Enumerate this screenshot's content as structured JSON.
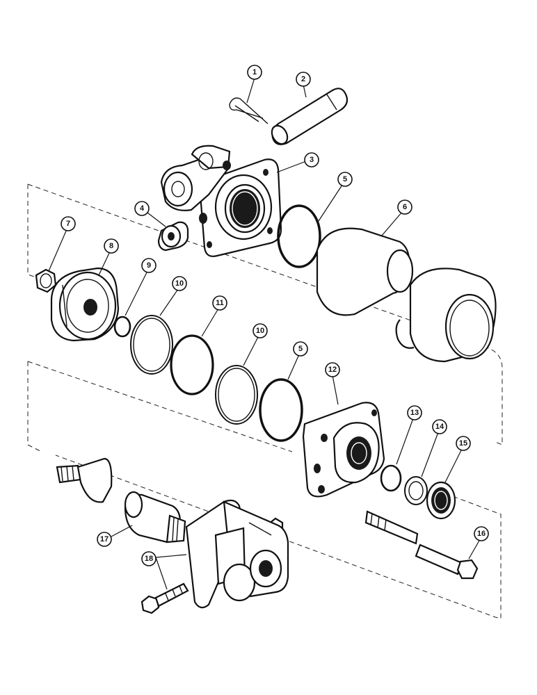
{
  "callouts": {
    "c1": "1",
    "c2": "2",
    "c3": "3",
    "c4": "4",
    "c5a": "5",
    "c5b": "5",
    "c6": "6",
    "c7": "7",
    "c8": "8",
    "c9": "9",
    "c10a": "10",
    "c10b": "10",
    "c11": "11",
    "c12": "12",
    "c13": "13",
    "c14": "14",
    "c15": "15",
    "c16": "16",
    "c17": "17",
    "c18": "18"
  }
}
